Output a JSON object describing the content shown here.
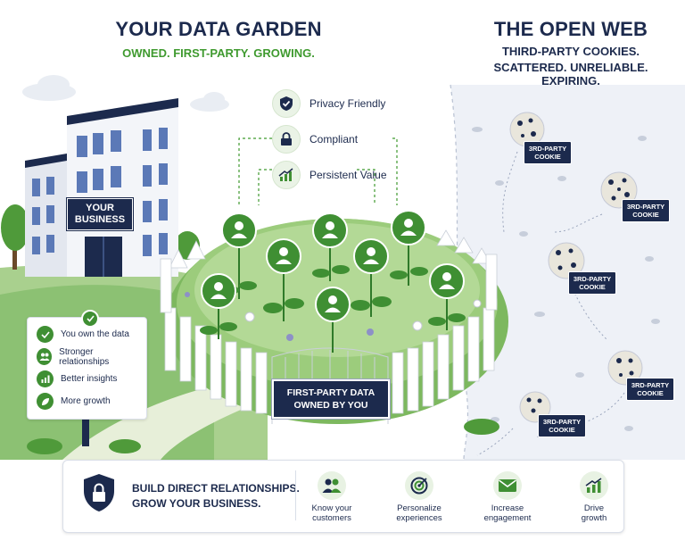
{
  "garden": {
    "title": "YOUR DATA GARDEN",
    "subtitle": "OWNED. FIRST-PARTY. GROWING."
  },
  "web": {
    "title": "THE OPEN WEB",
    "subtitle_line1": "THIRD-PARTY COOKIES.",
    "subtitle_line2": "SCATTERED. UNRELIABLE. EXPIRING."
  },
  "features": [
    {
      "label": "Privacy Friendly",
      "icon": "shield-check-icon"
    },
    {
      "label": "Compliant",
      "icon": "lock-icon"
    },
    {
      "label": "Persistent Value",
      "icon": "growth-chart-icon"
    }
  ],
  "building": {
    "sign_line1": "YOUR",
    "sign_line2": "BUSINESS"
  },
  "benefits": [
    {
      "label": "You own the data",
      "icon": "check-icon"
    },
    {
      "label": "Stronger relationships",
      "icon": "people-icon"
    },
    {
      "label": "Better insights",
      "icon": "bar-chart-icon"
    },
    {
      "label": "More growth",
      "icon": "leaf-icon"
    }
  ],
  "gate_sign": {
    "line1": "FIRST-PARTY DATA",
    "line2": "OWNED BY YOU"
  },
  "cookies": [
    {
      "line1": "3RD-PARTY",
      "line2": "COOKIE"
    },
    {
      "line1": "3RD-PARTY",
      "line2": "COOKIE"
    },
    {
      "line1": "3RD-PARTY",
      "line2": "COOKIE"
    },
    {
      "line1": "3RD-PARTY",
      "line2": "COOKIE"
    },
    {
      "line1": "3RD-PARTY",
      "line2": "COOKIE"
    }
  ],
  "bottom": {
    "headline_line1": "BUILD DIRECT RELATIONSHIPS.",
    "headline_line2": "GROW YOUR BUSINESS.",
    "items": [
      {
        "line1": "Know your",
        "line2": "customers",
        "icon": "people-icon"
      },
      {
        "line1": "Personalize",
        "line2": "experiences",
        "icon": "target-icon"
      },
      {
        "line1": "Increase",
        "line2": "engagement",
        "icon": "mail-icon"
      },
      {
        "line1": "Drive",
        "line2": "growth",
        "icon": "growth-chart-icon"
      }
    ]
  },
  "colors": {
    "navy": "#1c2a4d",
    "green": "#3f9a2f",
    "grass": "#8cc173"
  }
}
